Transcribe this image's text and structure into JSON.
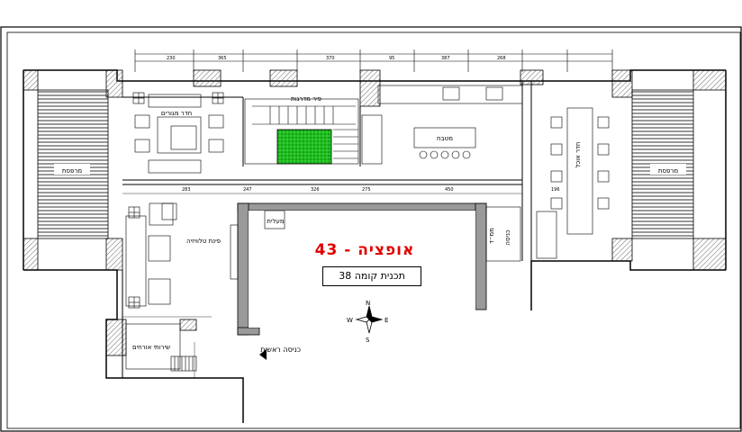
{
  "plan": {
    "title": "אופציה - 43",
    "subtitle": "תכנית קומה 38",
    "rooms": {
      "terrace_left": "מרפסת",
      "terrace_right": "מרפסת",
      "living_room": "חדר מגורים",
      "stair_shaft": "פיר מדרגות",
      "kitchen": "מטבח",
      "dining_room": "חדר אוכל",
      "service_stair": "ממ״ד",
      "dining_corner": "פינת טלוויזיה",
      "washroom": "שירותי אורחים",
      "entrance": "כניסה ראשית",
      "lift": "מעלית",
      "storage": "כניסה"
    },
    "compass": {
      "n": "N",
      "s": "S",
      "e": "E",
      "w": "W"
    },
    "dimensions": [
      "230",
      "365",
      "370",
      "95",
      "387",
      "268",
      "283",
      "247",
      "326",
      "275",
      "450",
      "196"
    ]
  }
}
